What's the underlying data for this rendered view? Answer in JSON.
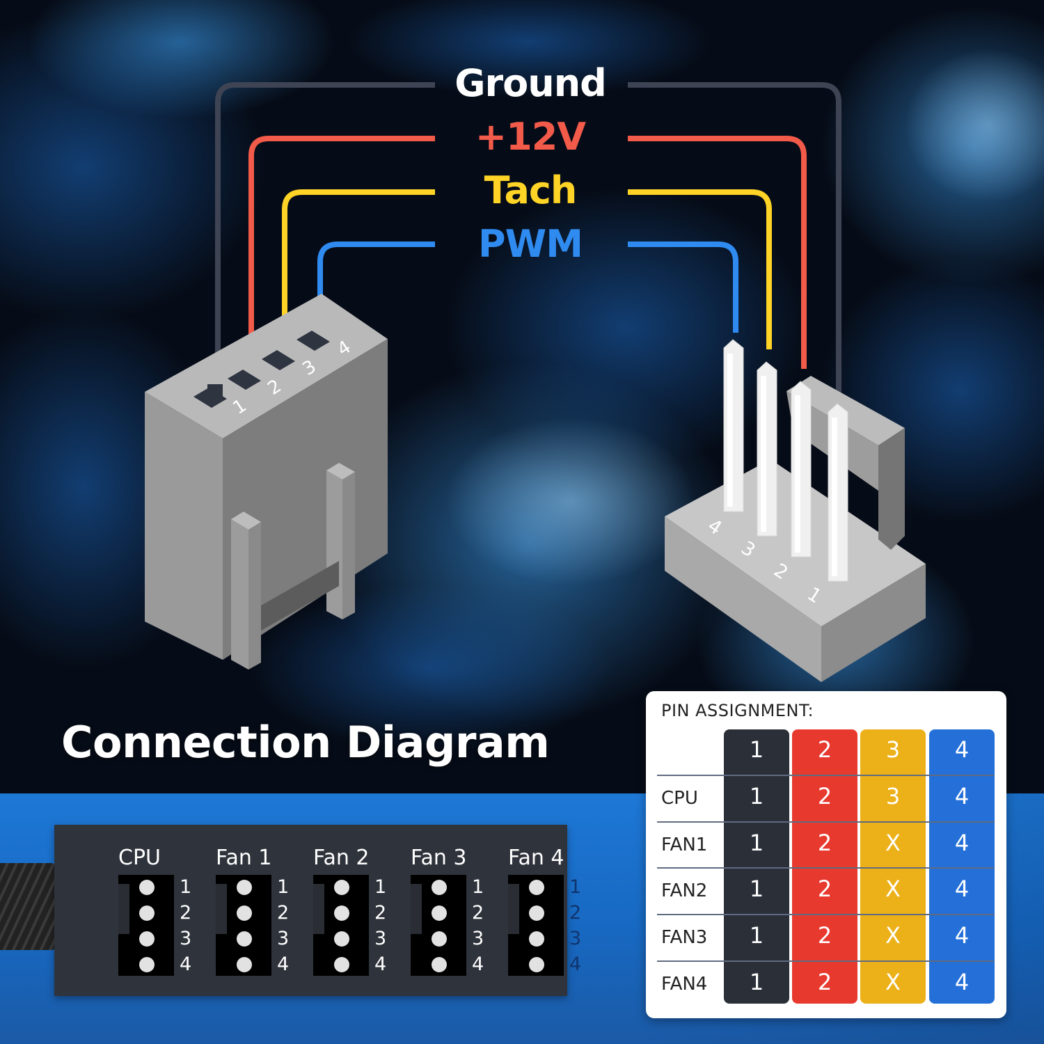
{
  "wire_labels": [
    {
      "text": "Ground",
      "color": "#ffffff"
    },
    {
      "text": "+12V",
      "color": "#f25a4a"
    },
    {
      "text": "Tach",
      "color": "#ffd426"
    },
    {
      "text": "PWM",
      "color": "#2f8bf0"
    }
  ],
  "wire_colors": [
    "#3e4454",
    "#f25a4a",
    "#ffd426",
    "#2f8bf0"
  ],
  "female_connector": {
    "pin_numbers": [
      "1",
      "2",
      "3",
      "4"
    ]
  },
  "male_connector": {
    "pin_numbers": [
      "1",
      "2",
      "3",
      "4"
    ]
  },
  "title": "Connection Diagram",
  "motherboard_header": {
    "headers": [
      {
        "label": "CPU",
        "pins": [
          "1",
          "2",
          "3",
          "4"
        ]
      },
      {
        "label": "Fan 1",
        "pins": [
          "1",
          "2",
          "3",
          "4"
        ]
      },
      {
        "label": "Fan 2",
        "pins": [
          "1",
          "2",
          "3",
          "4"
        ]
      },
      {
        "label": "Fan 3",
        "pins": [
          "1",
          "2",
          "3",
          "4"
        ]
      },
      {
        "label": "Fan 4",
        "pins": [
          "1",
          "2",
          "3",
          "4"
        ]
      }
    ]
  },
  "pin_assignment": {
    "title": "PIN ASSIGNMENT:",
    "columns": [
      {
        "label": "1",
        "color": "#2b2f38"
      },
      {
        "label": "2",
        "color": "#e8392f"
      },
      {
        "label": "3",
        "color": "#ecb119"
      },
      {
        "label": "4",
        "color": "#2470d8"
      }
    ],
    "rows": [
      {
        "label": "CPU",
        "values": [
          "1",
          "2",
          "3",
          "4"
        ]
      },
      {
        "label": "FAN1",
        "values": [
          "1",
          "2",
          "X",
          "4"
        ]
      },
      {
        "label": "FAN2",
        "values": [
          "1",
          "2",
          "X",
          "4"
        ]
      },
      {
        "label": "FAN3",
        "values": [
          "1",
          "2",
          "X",
          "4"
        ]
      },
      {
        "label": "FAN4",
        "values": [
          "1",
          "2",
          "X",
          "4"
        ]
      }
    ]
  }
}
